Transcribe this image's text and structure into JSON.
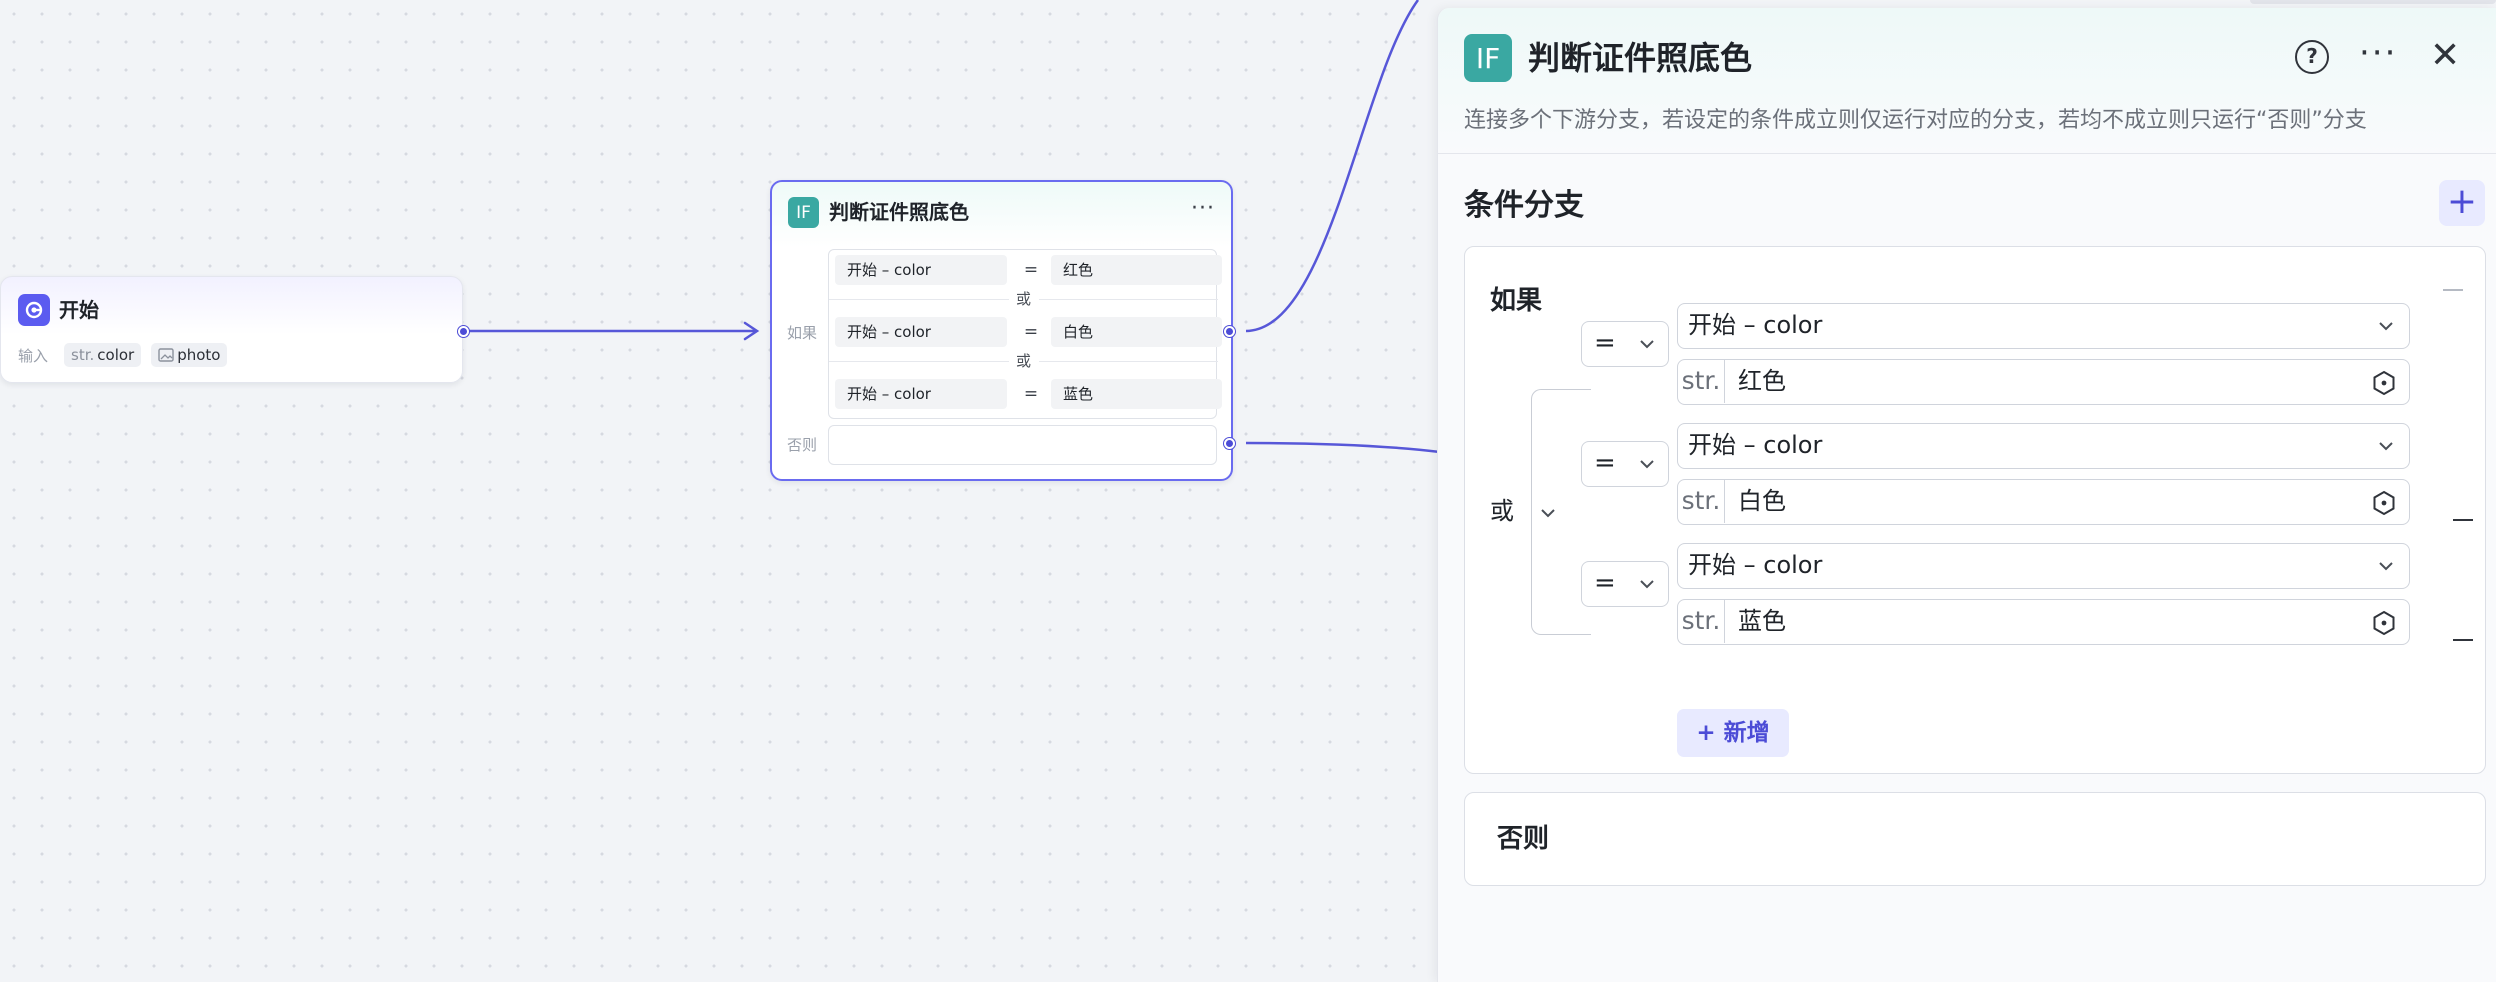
{
  "canvas": {
    "start_node": {
      "title": "开始",
      "input_label": "输入",
      "inputs": [
        {
          "prefix": "str.",
          "name": "color"
        },
        {
          "prefix": "",
          "name": "photo"
        }
      ]
    },
    "if_node": {
      "icon_text": "IF",
      "title": "判断证件照底色",
      "more": "···",
      "if_label": "如果",
      "else_label": "否则",
      "or_text": "或",
      "conditions": [
        {
          "left": "开始 – color",
          "op": "=",
          "right": "红色"
        },
        {
          "left": "开始 – color",
          "op": "=",
          "right": "白色"
        },
        {
          "left": "开始 – color",
          "op": "=",
          "right": "蓝色"
        }
      ]
    }
  },
  "panel": {
    "icon_text": "IF",
    "title": "判断证件照底色",
    "description": "连接多个下游分支，若设定的条件成立则仅运行对应的分支，若均不成立则只运行“否则”分支",
    "help": "?",
    "more": "···",
    "close": "✕",
    "section_title": "条件分支",
    "add_branch": "+",
    "if_card": {
      "title": "如果",
      "logic": "或",
      "add_condition": "+ 新增",
      "conditions": [
        {
          "op": "=",
          "variable": "开始 – color",
          "value_type": "str.",
          "value": "红色"
        },
        {
          "op": "=",
          "variable": "开始 – color",
          "value_type": "str.",
          "value": "白色"
        },
        {
          "op": "=",
          "variable": "开始 – color",
          "value_type": "str.",
          "value": "蓝色"
        }
      ]
    },
    "else_card": {
      "title": "否则"
    }
  },
  "colors": {
    "accent": "#4c4cd6",
    "accent_light": "#e8eaff",
    "if_icon": "#3aa8a2",
    "start_icon": "#5b5bf0",
    "edge": "#5757d8"
  },
  "icons": [
    "start-icon",
    "if-icon",
    "image-icon",
    "help-icon",
    "more-icon",
    "close-icon",
    "plus-icon",
    "chevron-down-icon",
    "variable-icon",
    "collapse-icon",
    "minus-icon"
  ]
}
